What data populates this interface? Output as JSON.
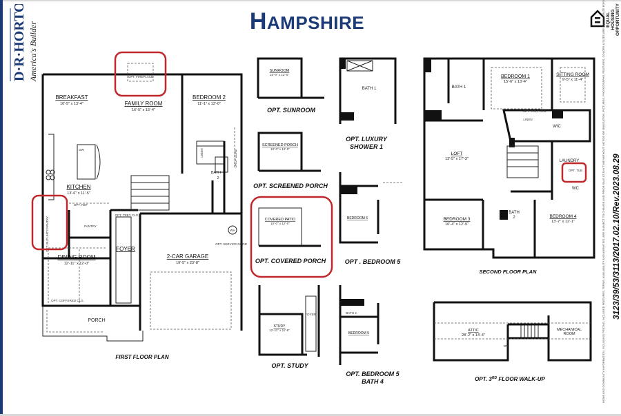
{
  "brand": {
    "logo_text": "D·R·HORTON",
    "tagline": "America's Builder",
    "color": "#1c3a78"
  },
  "title": {
    "first_letter": "H",
    "rest": "AMPSHIRE"
  },
  "first_floor": {
    "caption": "FIRST FLOOR PLAN",
    "rooms": {
      "breakfast": {
        "name": "BREAKFAST",
        "dim": "10'-5\" x 13'-4\""
      },
      "family": {
        "name": "FAMILY ROOM",
        "dim": "16'-5\" x 15'-4\""
      },
      "bedroom2": {
        "name": "BEDROOM 2",
        "dim": "11'-1\" x 13'-0\""
      },
      "kitchen": {
        "name": "KITCHEN",
        "dim": "13'-6\" x 11'-5\""
      },
      "dining": {
        "name": "DINING ROOM",
        "dim": "12'-11\" x 12'-0\""
      },
      "foyer": {
        "name": "FOYER"
      },
      "garage": {
        "name": "2-CAR GARAGE",
        "dim": "19'-5\" x 23'-8\""
      },
      "porch": {
        "name": "PORCH"
      },
      "pantry": {
        "name": "PANTRY"
      },
      "bath2": {
        "name": "BATH",
        "num": "2"
      }
    },
    "notes": {
      "fireplace": "OPT. FIREPLACE",
      "butler": "OPT. BUTLER'S PANTRY",
      "ref": "OPT. REF",
      "trey": "OPT. TREY CLG.",
      "coffered": "OPT. COFFERED CLG.",
      "drop_zone": "DROP ZONE",
      "service_door": "OPT. SERVICE DOOR",
      "linen": "LINEN",
      "dw": "DW",
      "wh": "WH"
    }
  },
  "options": {
    "sunroom": {
      "caption": "OPT. SUNROOM",
      "name": "SUNROOM",
      "dim": "10'-0\" x 12'-0\""
    },
    "luxury_shower": {
      "caption_line1": "OPT. LUXURY",
      "caption_line2": "SHOWER 1",
      "bath": "BATH 1"
    },
    "screened_porch": {
      "caption": "OPT. SCREENED PORCH",
      "name": "SCREENED PORCH",
      "dim": "10'-0\" x 12'-0\""
    },
    "covered_porch": {
      "caption": "OPT. COVERED PORCH",
      "name": "COVERED PATIO",
      "dim": "10'-0\" x 12'-0\""
    },
    "bedroom5": {
      "caption": "OPT . BEDROOM 5",
      "name": "BEDROOM 5"
    },
    "study": {
      "caption": "OPT. STUDY",
      "name": "STUDY",
      "dim": "12'-11\" x 11'-8\"",
      "foyer": "FOYER"
    },
    "bedroom5_bath4": {
      "caption_line1": "OPT. BEDROOM 5",
      "caption_line2": "BATH 4",
      "name": "BEDROOM 5",
      "bath": "BATH 4"
    }
  },
  "second_floor": {
    "caption": "SECOND FLOOR PLAN",
    "rooms": {
      "bath1": {
        "name": "BATH 1"
      },
      "bedroom1": {
        "name": "BEDROOM 1",
        "dim": "15'-6\" x 13'-4\""
      },
      "sitting": {
        "name": "SITTING ROOM",
        "dim": "9'-5\" x 11'-4\""
      },
      "wic": {
        "name": "WIC"
      },
      "loft": {
        "name": "LOFT",
        "dim": "13'-5\" x 17'-3\""
      },
      "laundry": {
        "name": "LAUNDRY"
      },
      "wc": {
        "name": "WC"
      },
      "bedroom3": {
        "name": "BEDROOM 3",
        "dim": "16'-4\" x 12'-9\""
      },
      "bath2": {
        "name": "BATH",
        "num": "2"
      },
      "bedroom4": {
        "name": "BEDROOM 4",
        "dim": "13'-7\" x 12'-1\""
      }
    },
    "notes": {
      "tub": "OPT. TUB",
      "linen": "LINEN",
      "trey": "OPT. TREY CLG."
    }
  },
  "third_floor": {
    "caption_pre": "OPT. 3",
    "caption_sup": "RD",
    "caption_post": " FLOOR WALK-UP",
    "attic": {
      "name": "ATTIC",
      "dim": "28'-2\" x 14'-4\""
    },
    "mechanical_line1": "MECHANICAL",
    "mechanical_line2": "ROOM",
    "dn": "DN"
  },
  "revision": "3123/39/53/3113/2017.02.10/Rev.2023.08.29",
  "disclaimer": "HOME AND COMMUNITY INFORMATION, INCLUDING PRICING, INCLUDED FEATURES, TERMS, AVAILABILITY AND AMENITIES, ARE SUBJECT TO CHANGE AND PRIOR SALE AT ANY TIME WITHOUT NOTICE OR OBLIGATION. PICTURES, PHOTOGRAPHS, FEATURES, COLORS & SIZES ARE APPROXIMATE FOR ILLUSTRATION PURPOSES ONLY AND WILL VARY FROM THE HOMES AS BUILT. SEE A SALES REPRESENTATIVE FOR MORE INFORMATION.",
  "equal_housing": {
    "text": "EQUAL HOUSING OPPORTUNITY"
  },
  "highlight_color": "#c0272d"
}
